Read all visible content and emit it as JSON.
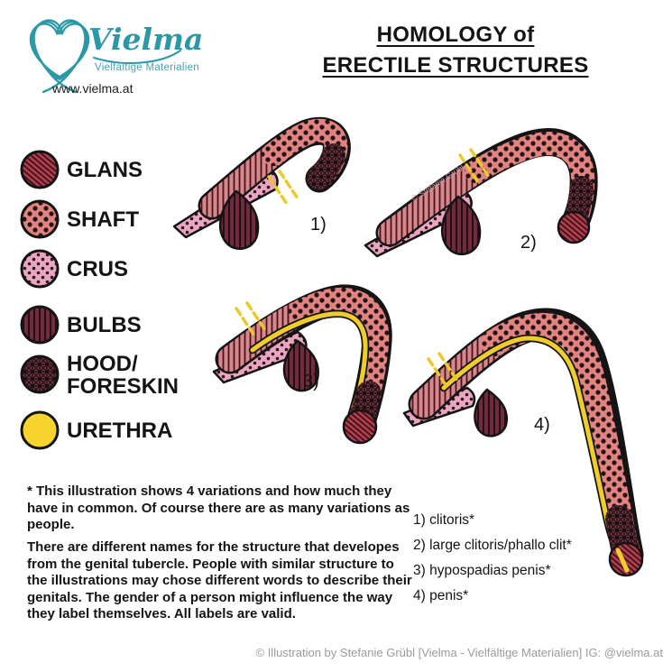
{
  "brand": {
    "name": "Vielma",
    "subtitle": "Vielfältige Materialien",
    "url": "www.vielma.at",
    "accent_color": "#2a98a6"
  },
  "title": {
    "line1": "HOMOLOGY of",
    "line2": "ERECTILE STRUCTURES"
  },
  "legend": {
    "items": [
      {
        "label": "GLANS",
        "pattern": "woven-lines",
        "color": "#b2404f"
      },
      {
        "label": "SHAFT",
        "pattern": "dots",
        "color": "#e2837f"
      },
      {
        "label": "CRUS",
        "pattern": "dots",
        "color": "#eaa6c0"
      },
      {
        "label": "BULBS",
        "pattern": "stripes",
        "color": "#6f2c3c"
      },
      {
        "label": "HOOD/\nFORESKIN",
        "pattern": "crosshatch",
        "color": "#713641"
      },
      {
        "label": "URETHRA",
        "pattern": "solid",
        "color": "#f6d32d"
      }
    ]
  },
  "figures": [
    {
      "number": "1)"
    },
    {
      "number": "2)"
    },
    {
      "number": "3)"
    },
    {
      "number": "4)"
    }
  ],
  "watermark": "© Stefanie Grübl",
  "notes": {
    "p1": "* This illustration shows 4 variations and how much they have in common. Of course there are as many variations as people.",
    "p2": "There are different names for the structure that developes from the genital tubercle. People with similar structure to the illustrations may chose different words to describe their genitals. The gender of a person might influence the way they label themselves. All labels are valid."
  },
  "variation_labels": [
    "1) clitoris*",
    "2) large clitoris/phallo clit*",
    "3) hypospadias penis*",
    "4) penis*"
  ],
  "footer": "© Illustration by Stefanie Grübl [Vielma - Vielfältige Materialien] IG: @vielma.at"
}
